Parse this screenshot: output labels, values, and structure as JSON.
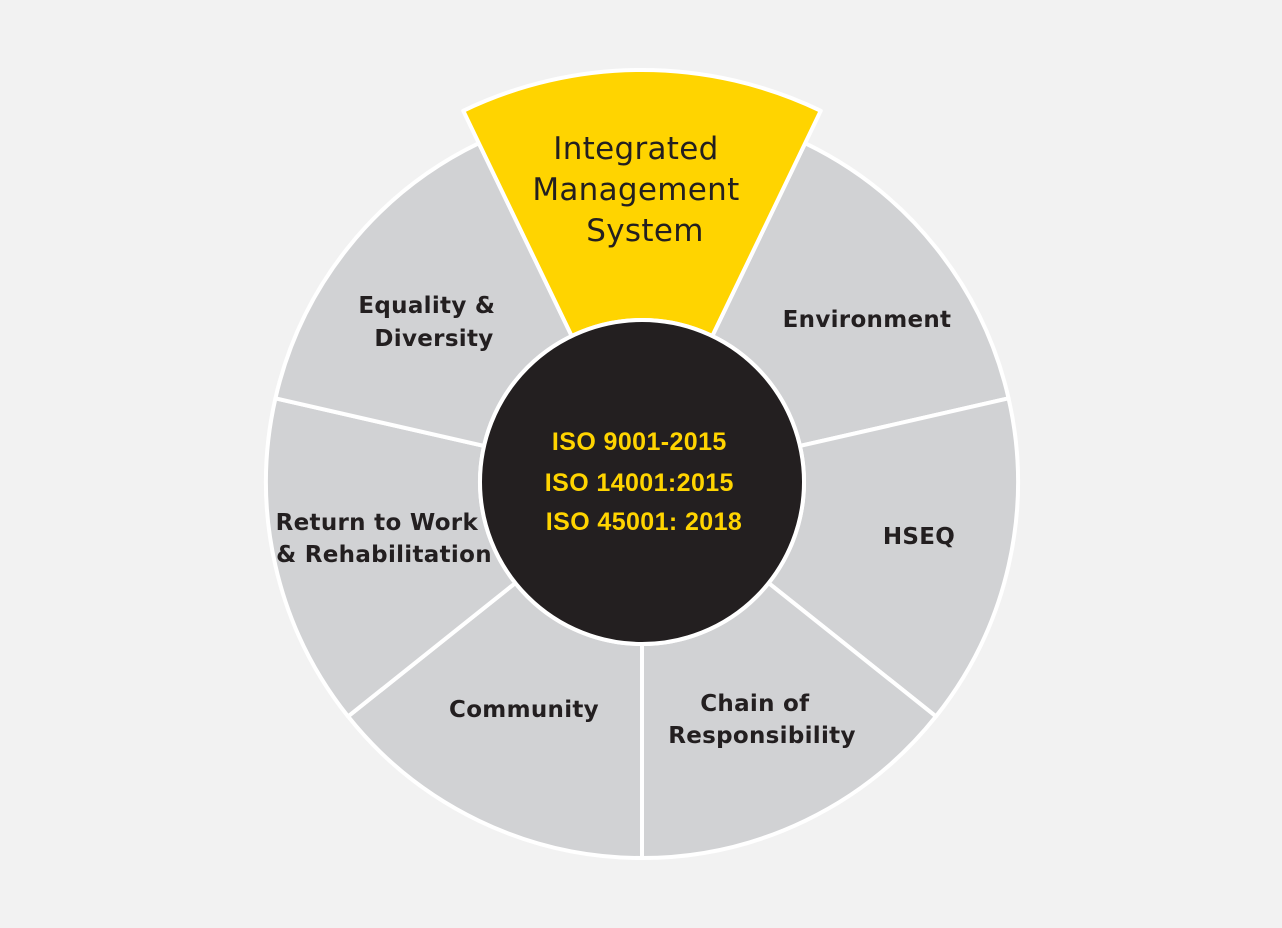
{
  "colors": {
    "background": "#f2f2f2",
    "segment": "#d1d2d4",
    "highlight": "#ffd400",
    "hub": "#231f20",
    "hub_text": "#ffd400",
    "divider": "#ffffff",
    "label": "#231f20"
  },
  "highlight": {
    "lines": [
      "Integrated",
      "Management",
      "System"
    ]
  },
  "segments": [
    {
      "lines": [
        "Environment"
      ]
    },
    {
      "lines": [
        "HSEQ"
      ]
    },
    {
      "lines": [
        "Chain of",
        "Responsibility"
      ]
    },
    {
      "lines": [
        "Community"
      ]
    },
    {
      "lines": [
        "Return to Work",
        "& Rehabilitation"
      ]
    },
    {
      "lines": [
        "Equality &",
        "Diversity"
      ]
    }
  ],
  "center": {
    "lines": [
      "ISO 9001-2015",
      "ISO 14001:2015",
      "ISO 45001: 2018"
    ]
  }
}
